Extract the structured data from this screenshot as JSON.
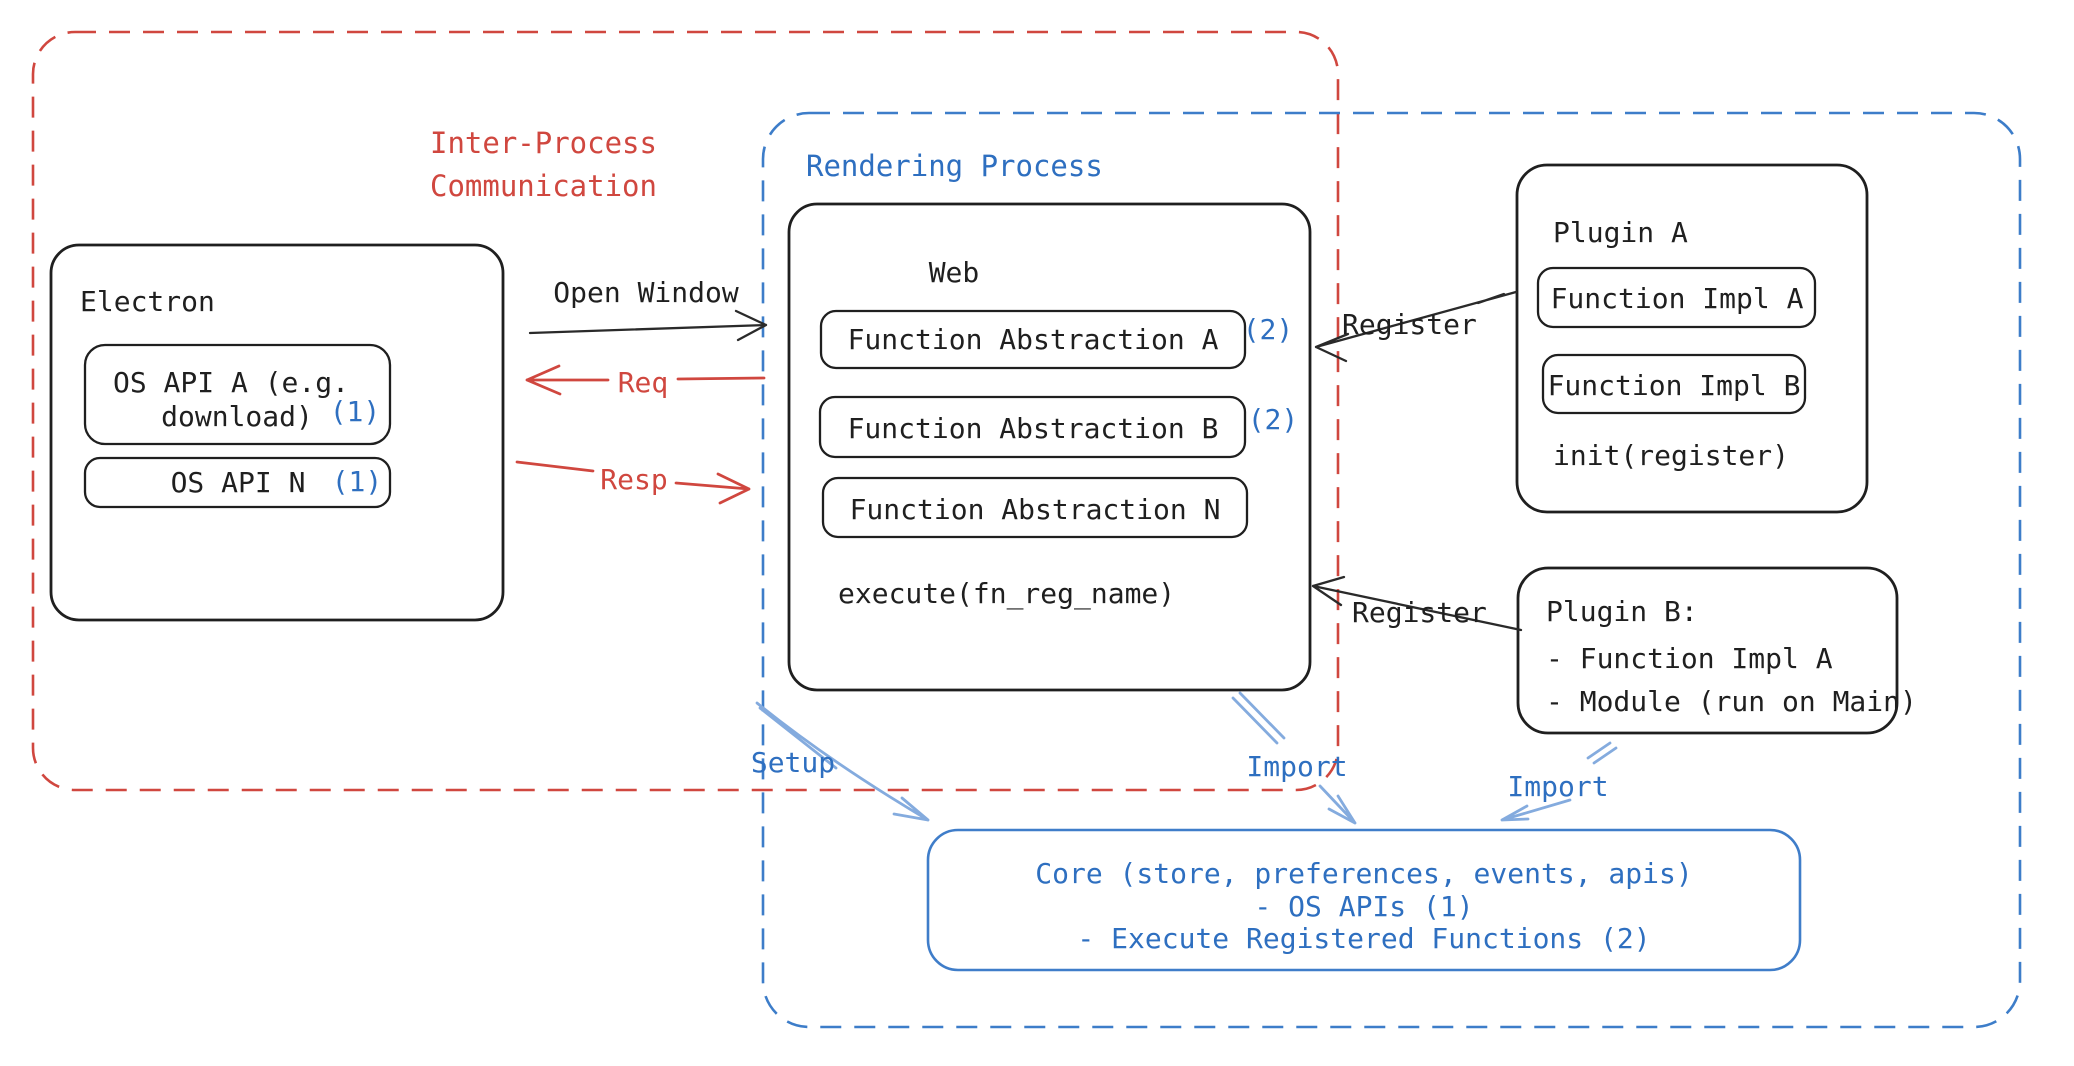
{
  "colors": {
    "red": "#d0473f",
    "blue_text": "#2e6fc0",
    "blue_dash": "#3d7dc9",
    "light_blue_arrow": "#84abde",
    "black": "#1f1f1f"
  },
  "ipc_group": {
    "label_line1": "Inter-Process",
    "label_line2": "Communication"
  },
  "rendering_group": {
    "label": "Rendering Process"
  },
  "electron": {
    "title": "Electron",
    "os_api_a": {
      "line1": "OS API A (e.g.",
      "line2": "download)",
      "badge": "(1)"
    },
    "os_api_n": {
      "label": "OS API N",
      "badge": "(1)"
    }
  },
  "web": {
    "title": "Web",
    "fa_a": {
      "label": "Function Abstraction A",
      "badge": "(2)"
    },
    "fa_b": {
      "label": "Function Abstraction B",
      "badge": "(2)"
    },
    "fa_n": {
      "label": "Function Abstraction N"
    },
    "execute": "execute(fn_reg_name)"
  },
  "plugin_a": {
    "title": "Plugin A",
    "impl_a": "Function Impl A",
    "impl_b": "Function Impl B",
    "init": "init(register)"
  },
  "plugin_b": {
    "line1": "Plugin B:",
    "line2": "- Function Impl A",
    "line3": "- Module (run on Main)"
  },
  "core": {
    "line1": "Core (store, preferences, events, apis)",
    "line2": "- OS APIs (1)",
    "line3": "- Execute Registered Functions (2)"
  },
  "arrows": {
    "open_window": "Open Window",
    "req": "Req",
    "resp": "Resp",
    "register_a": "Register",
    "register_b": "Register",
    "setup": "Setup",
    "import_mid": "Import",
    "import_right": "Import"
  }
}
